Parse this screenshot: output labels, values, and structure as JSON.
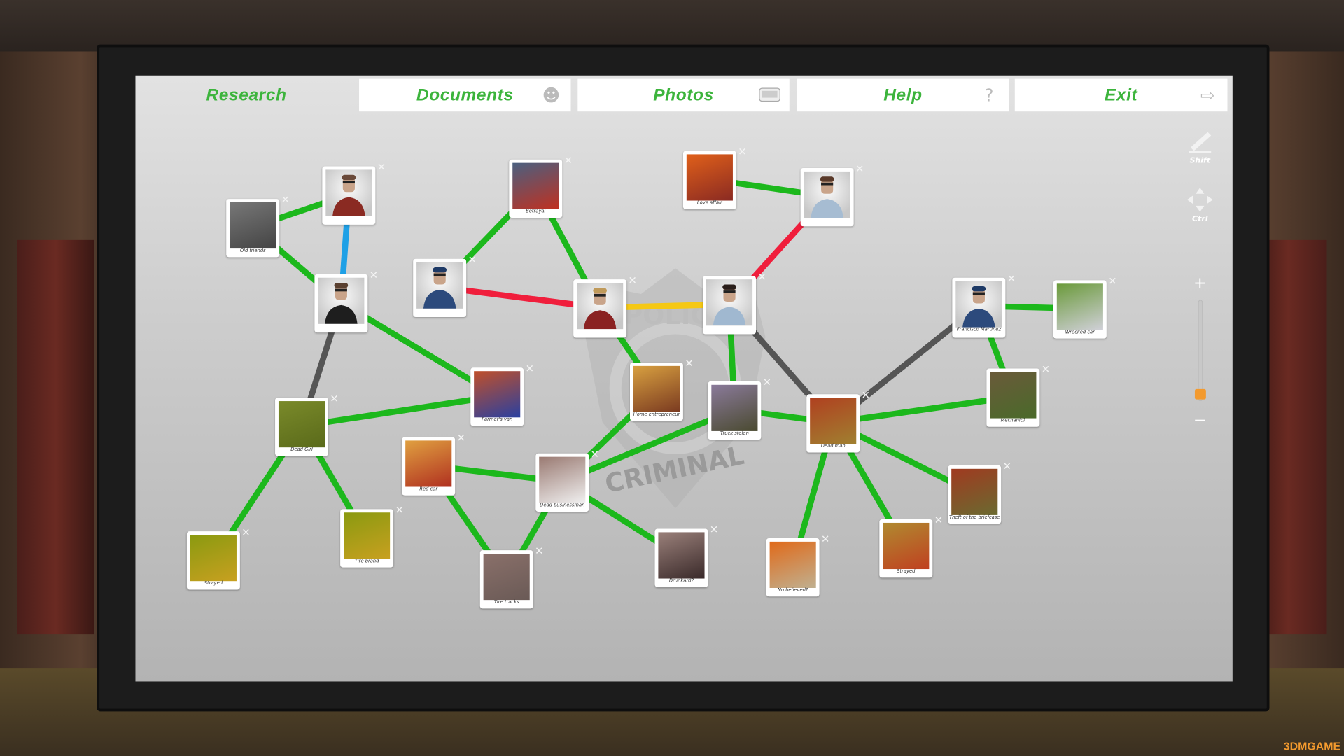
{
  "tabs": [
    {
      "label": "Research",
      "icon": "",
      "active": true
    },
    {
      "label": "Documents",
      "icon": "person-list-icon"
    },
    {
      "label": "Photos",
      "icon": "photo-icon"
    },
    {
      "label": "Help",
      "icon": "question-icon"
    },
    {
      "label": "Exit",
      "icon": "exit-icon"
    }
  ],
  "tools": {
    "draw_key": "Shift",
    "move_key": "Ctrl",
    "zoom_in": "+",
    "zoom_out": "−",
    "zoom_level": 0.05
  },
  "badge": {
    "top_text": "POLICE",
    "bottom_text": "CRIMINAL"
  },
  "colors": {
    "green": "#1cb81c",
    "red": "#f01e3c",
    "blue": "#1ea0e6",
    "yellow": "#f5c814",
    "gray": "#555555",
    "accent": "#3cb43c",
    "slider": "#f39a2e"
  },
  "cards": [
    {
      "id": 1,
      "caption": "Old friends",
      "kind": "photo",
      "thumb": [
        "#777",
        "#444"
      ]
    },
    {
      "id": 2,
      "caption": "",
      "kind": "person",
      "thumb": [
        "#8a2a22",
        "#6a4a3a"
      ]
    },
    {
      "id": 3,
      "caption": "",
      "kind": "person",
      "thumb": [
        "#1e1e1e",
        "#5a4030"
      ]
    },
    {
      "id": 4,
      "caption": "Betrayal",
      "kind": "photo",
      "thumb": [
        "#4a6080",
        "#c03020"
      ]
    },
    {
      "id": 5,
      "caption": "",
      "kind": "person",
      "thumb": [
        "#2c4a7c",
        "#1e3a66"
      ]
    },
    {
      "id": 6,
      "caption": "",
      "kind": "person",
      "thumb": [
        "#8a2222",
        "#c09a5a"
      ]
    },
    {
      "id": 7,
      "caption": "Love affair",
      "kind": "photo",
      "thumb": [
        "#e0601a",
        "#8a2a22"
      ]
    },
    {
      "id": 8,
      "caption": "",
      "kind": "person",
      "thumb": [
        "#a6bcd2",
        "#5a3a2a"
      ]
    },
    {
      "id": 9,
      "caption": "",
      "kind": "person",
      "thumb": [
        "#a0b8d0",
        "#2a1e1a"
      ]
    },
    {
      "id": 10,
      "caption": "Farmer's van",
      "kind": "photo",
      "thumb": [
        "#c0502a",
        "#2a40a0"
      ]
    },
    {
      "id": 11,
      "caption": "Home entrepreneur",
      "kind": "photo",
      "thumb": [
        "#d8a040",
        "#7a3a20"
      ]
    },
    {
      "id": 12,
      "caption": "Truck stolen",
      "kind": "photo",
      "thumb": [
        "#8a7a9a",
        "#4a4a30"
      ]
    },
    {
      "id": 13,
      "caption": "Dead man",
      "kind": "photo",
      "thumb": [
        "#b04020",
        "#a08030"
      ]
    },
    {
      "id": 14,
      "caption": "Francisco Martinez",
      "kind": "person",
      "thumb": [
        "#2c4a7c",
        "#1e3a66"
      ]
    },
    {
      "id": 15,
      "caption": "Wrecked car",
      "kind": "photo",
      "thumb": [
        "#6a9a3a",
        "#d0d0d8"
      ]
    },
    {
      "id": 16,
      "caption": "Mechanic?",
      "kind": "photo",
      "thumb": [
        "#6a5a3a",
        "#4a6a2a"
      ]
    },
    {
      "id": 17,
      "caption": "Dead Girl",
      "kind": "photo",
      "thumb": [
        "#7a8a2a",
        "#5a6a1a"
      ]
    },
    {
      "id": 18,
      "caption": "Red car",
      "kind": "photo",
      "thumb": [
        "#e0a040",
        "#b03020"
      ]
    },
    {
      "id": 19,
      "caption": "Dead businessman",
      "kind": "photo",
      "thumb": [
        "#9a7a72",
        "#f0f0f0"
      ]
    },
    {
      "id": 20,
      "caption": "Strayed",
      "kind": "photo",
      "thumb": [
        "#8a9a10",
        "#c8a020"
      ]
    },
    {
      "id": 21,
      "caption": "Tire brand",
      "kind": "photo",
      "thumb": [
        "#8a9a10",
        "#c8a020"
      ]
    },
    {
      "id": 22,
      "caption": "Tire tracks",
      "kind": "photo",
      "thumb": [
        "#8a706a",
        "#6a5a56"
      ]
    },
    {
      "id": 23,
      "caption": "Drunkard?",
      "kind": "photo",
      "thumb": [
        "#9a807a",
        "#3a2a2a"
      ]
    },
    {
      "id": 24,
      "caption": "No believed?",
      "kind": "photo",
      "thumb": [
        "#e06a1a",
        "#c0b090"
      ]
    },
    {
      "id": 25,
      "caption": "Strayed",
      "kind": "photo",
      "thumb": [
        "#b08a30",
        "#c04020"
      ]
    },
    {
      "id": 26,
      "caption": "Theft of the briefcase",
      "kind": "photo",
      "thumb": [
        "#a03a20",
        "#6a6a30"
      ]
    }
  ],
  "connections": [
    [
      1,
      2,
      "green"
    ],
    [
      1,
      3,
      "green"
    ],
    [
      2,
      3,
      "blue"
    ],
    [
      3,
      17,
      "gray"
    ],
    [
      3,
      10,
      "green"
    ],
    [
      17,
      10,
      "green"
    ],
    [
      17,
      20,
      "green"
    ],
    [
      17,
      21,
      "green"
    ],
    [
      4,
      5,
      "green"
    ],
    [
      4,
      6,
      "green"
    ],
    [
      5,
      6,
      "red"
    ],
    [
      6,
      9,
      "yellow"
    ],
    [
      6,
      11,
      "green"
    ],
    [
      7,
      8,
      "green"
    ],
    [
      8,
      9,
      "red"
    ],
    [
      9,
      12,
      "green"
    ],
    [
      9,
      13,
      "gray"
    ],
    [
      11,
      19,
      "green"
    ],
    [
      12,
      19,
      "green"
    ],
    [
      18,
      19,
      "green"
    ],
    [
      18,
      22,
      "green"
    ],
    [
      19,
      22,
      "green"
    ],
    [
      19,
      23,
      "green"
    ],
    [
      12,
      13,
      "green"
    ],
    [
      13,
      14,
      "gray"
    ],
    [
      13,
      16,
      "green"
    ],
    [
      13,
      24,
      "green"
    ],
    [
      13,
      25,
      "green"
    ],
    [
      13,
      26,
      "green"
    ],
    [
      14,
      15,
      "green"
    ],
    [
      14,
      16,
      "green"
    ]
  ],
  "watermark": "3DMGAME"
}
